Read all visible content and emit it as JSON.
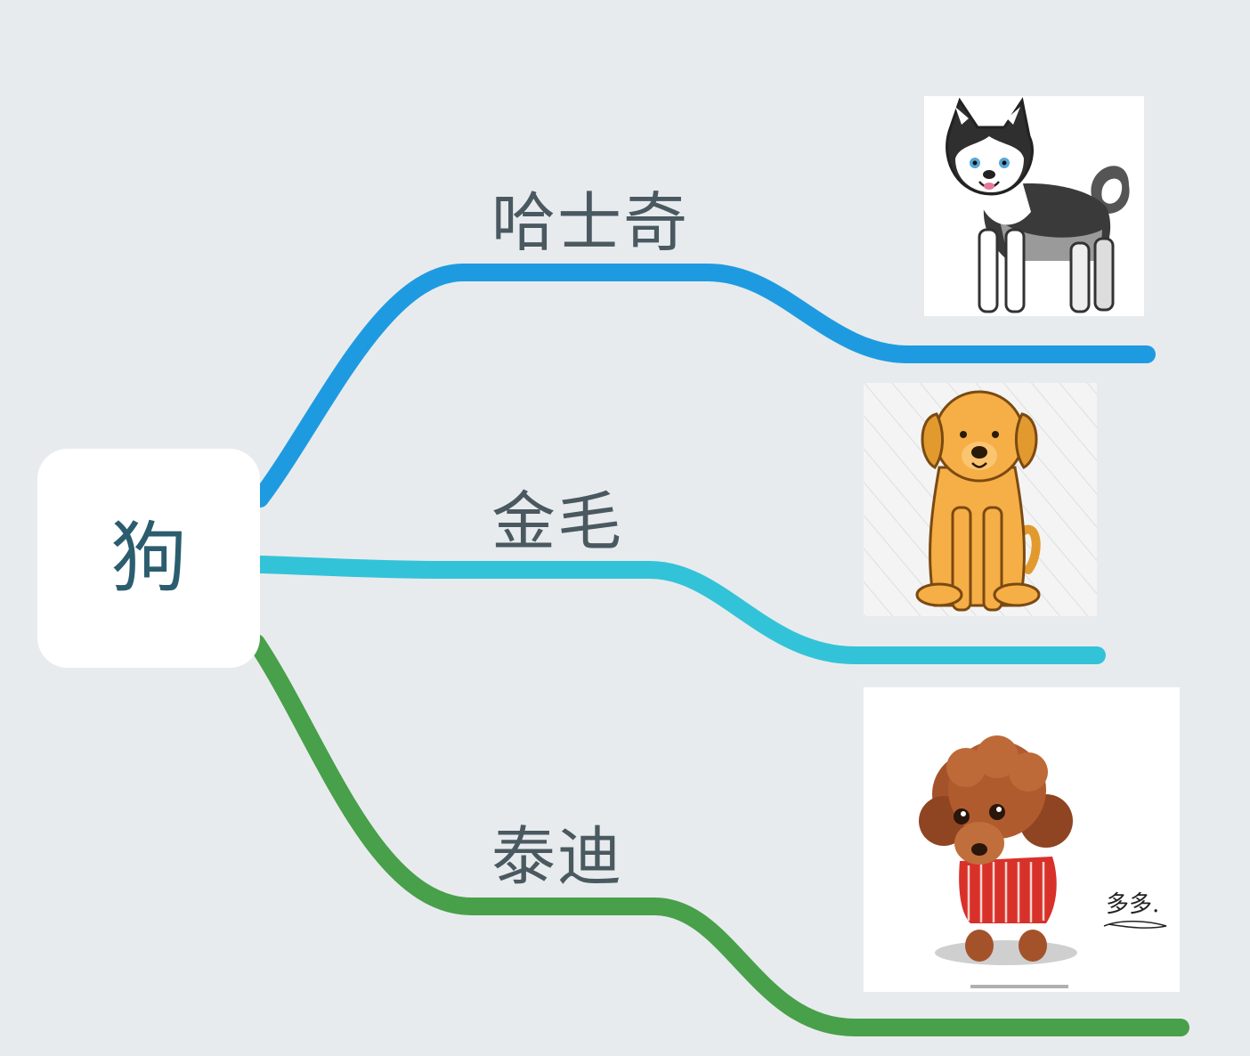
{
  "central_topic": {
    "label": "狗"
  },
  "branches": [
    {
      "label": "哈士奇",
      "color": "#1e9be0",
      "image": "husky-illustration"
    },
    {
      "label": "金毛",
      "color": "#33c3d8",
      "image": "golden-retriever-illustration"
    },
    {
      "label": "泰迪",
      "color": "#48a04a",
      "image": "teddy-poodle-illustration"
    }
  ],
  "teddy_signature": "多多."
}
